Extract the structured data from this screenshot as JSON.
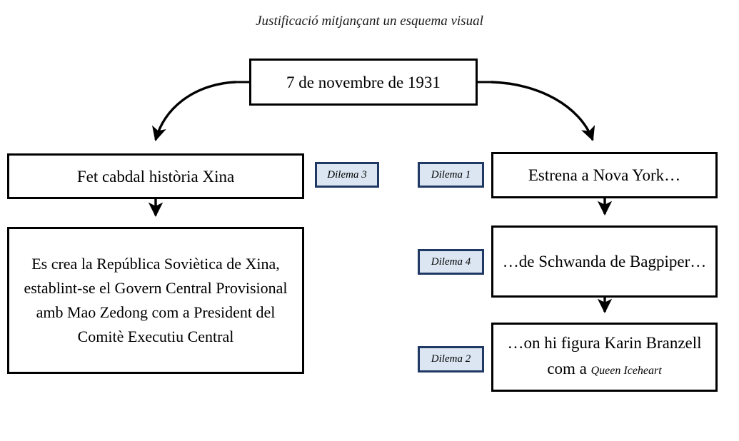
{
  "title": "Justificació mitjançant un esquema visual",
  "nodes": {
    "root": "7 de novembre de 1931",
    "china_event": "Fet cabdal història Xina",
    "china_detail": "Es crea la República Soviètica de Xina, establint-se el Govern Central Provisional amb Mao Zedong com a President del Comitè Executiu Central",
    "premiere": "Estrena a Nova York…",
    "schwanda": "…de Schwanda de Bagpiper…",
    "karin_prefix": "…on hi figura Karin Branzell com a ",
    "karin_role": "Queen Iceheart"
  },
  "badges": {
    "dilema_3": "Dilema 3",
    "dilema_1": "Dilema 1",
    "dilema_4": "Dilema 4",
    "dilema_2": "Dilema 2"
  },
  "colors": {
    "badge_fill": "#DCE6F2",
    "badge_border": "#1F3864",
    "node_border": "#000000",
    "background": "#FFFFFF"
  },
  "connectors": [
    {
      "name": "root-to-china-event",
      "type": "curved-arrow",
      "direction": "left-down"
    },
    {
      "name": "root-to-premiere",
      "type": "curved-arrow",
      "direction": "right-down"
    },
    {
      "name": "china-event-to-china-detail",
      "type": "straight-arrow",
      "direction": "down"
    },
    {
      "name": "premiere-to-schwanda",
      "type": "straight-arrow",
      "direction": "down"
    },
    {
      "name": "schwanda-to-karin",
      "type": "straight-arrow",
      "direction": "down"
    }
  ]
}
